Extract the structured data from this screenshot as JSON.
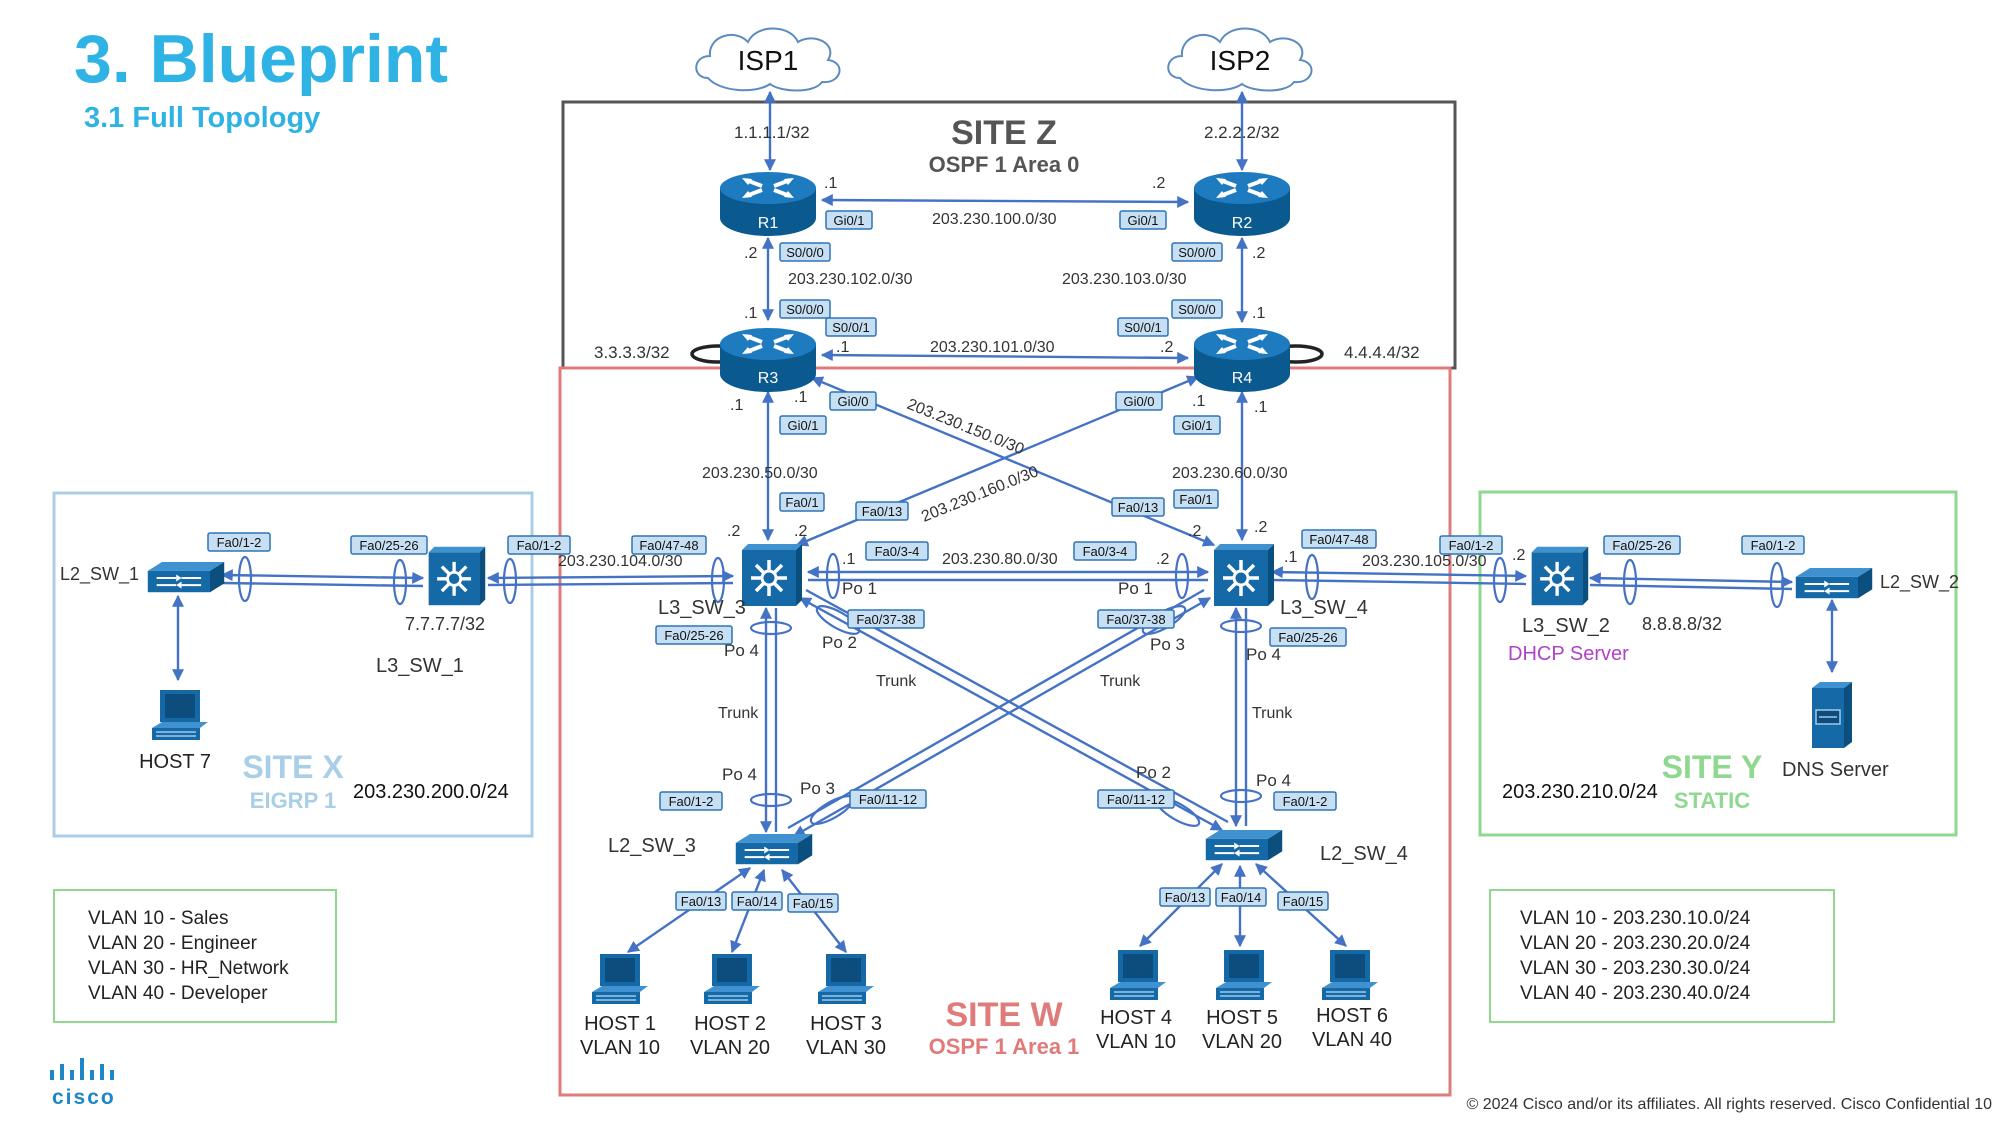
{
  "slide": {
    "title": "3. Blueprint",
    "subtitle": "3.1 Full Topology",
    "footer": "© 2024  Cisco and/or its affiliates. All rights reserved.   Cisco Confidential   10",
    "logo_text": "cisco"
  },
  "colors": {
    "title": "#2fb3e4",
    "site_z": "#555555",
    "site_w": "#e07b7b",
    "site_x": "#a9cfe6",
    "site_y": "#8fd88f",
    "link": "#4472c4",
    "device": "#1f6fa5",
    "port_fill": "#c7dff3",
    "port_stroke": "#2e74b5"
  },
  "sites": {
    "z": {
      "name": "SITE Z",
      "protocol": "OSPF 1 Area 0"
    },
    "w": {
      "name": "SITE W",
      "protocol": "OSPF 1 Area 1"
    },
    "x": {
      "name": "SITE X",
      "protocol": "EIGRP 1",
      "subnet": "203.230.200.0/24"
    },
    "y": {
      "name": "SITE Y",
      "protocol": "STATIC",
      "subnet": "203.230.210.0/24"
    }
  },
  "clouds": {
    "isp1": "ISP1",
    "isp2": "ISP2"
  },
  "routers": {
    "r1": "R1",
    "r2": "R2",
    "r3": "R3",
    "r4": "R4"
  },
  "switches": {
    "l3sw1": "L3_SW_1",
    "l3sw2": "L3_SW_2",
    "l3sw3": "L3_SW_3",
    "l3sw4": "L3_SW_4",
    "l2sw1": "L2_SW_1",
    "l2sw2": "L2_SW_2",
    "l2sw3": "L2_SW_3",
    "l2sw4": "L2_SW_4"
  },
  "loopbacks": {
    "isp1": "1.1.1.1/32",
    "isp2": "2.2.2.2/32",
    "r3": "3.3.3.3/32",
    "r4": "4.4.4.4/32",
    "l3sw1": "7.7.7.7/32",
    "l3sw2": "8.8.8.8/32"
  },
  "dhcp_label": "DHCP Server",
  "dns_label": "DNS Server",
  "subnets": {
    "r1_r2": "203.230.100.0/30",
    "r3_r4": "203.230.101.0/30",
    "r1_r3": "203.230.102.0/30",
    "r2_r4": "203.230.103.0/30",
    "r3_sw3": "203.230.50.0/30",
    "r4_sw4": "203.230.60.0/30",
    "r3_sw4": "203.230.150.0/30",
    "r4_sw3": "203.230.160.0/30",
    "sw1_sw3": "203.230.104.0/30",
    "sw3_sw4": "203.230.80.0/30",
    "sw4_sw2": "203.230.105.0/30"
  },
  "octets": {
    "r1_top": ".1",
    "r2_top": ".2",
    "r1_bottom": ".2",
    "r3_top": ".1",
    "r3_r4_left": ".1",
    "r3_r4_right": ".2",
    "r2_bottom": ".2",
    "r4_top": ".1",
    "r3_left_down": ".1",
    "r3_right_down": ".1",
    "r4_left_down": ".1",
    "r4_right_down": ".1",
    "sw3_a": ".2",
    "sw3_b": ".2",
    "sw3_po1": ".1",
    "sw4_po1": ".2",
    "sw4_a": ".2",
    "sw4_b": ".2",
    "sw4_right": ".1",
    "sw2_left": ".2"
  },
  "ports": {
    "r1_gi01": "Gi0/1",
    "r2_gi01": "Gi0/1",
    "r1_s000": "S0/0/0",
    "r2_s000": "S0/0/0",
    "r3_s000": "S0/0/0",
    "r3_s001": "S0/0/1",
    "r4_s000": "S0/0/0",
    "r4_s001": "S0/0/1",
    "r3_gi00": "Gi0/0",
    "r3_gi01": "Gi0/1",
    "r4_gi00": "Gi0/0",
    "r4_gi01": "Gi0/1",
    "sw3_fa01": "Fa0/1",
    "sw3_fa013": "Fa0/13",
    "sw4_fa013": "Fa0/13",
    "sw4_fa01": "Fa0/1",
    "sw3_fa04748": "Fa0/47-48",
    "sw3_fa034": "Fa0/3-4",
    "sw4_fa034": "Fa0/3-4",
    "sw4_fa04748": "Fa0/47-48",
    "sw3_fa02526": "Fa0/25-26",
    "sw3_fa03738": "Fa0/37-38",
    "sw4_fa03738": "Fa0/37-38",
    "sw4_fa02526": "Fa0/25-26",
    "l2sw1_fa012": "Fa0/1-2",
    "l3sw1_fa02526": "Fa0/25-26",
    "l3sw1_fa012": "Fa0/1-2",
    "l3sw2_fa012": "Fa0/1-2",
    "l3sw2_fa02526": "Fa0/25-26",
    "l2sw2_fa012": "Fa0/1-2",
    "l2sw3_fa012": "Fa0/1-2",
    "l2sw3_fa01112": "Fa0/11-12",
    "l2sw4_fa01112": "Fa0/11-12",
    "l2sw4_fa012": "Fa0/1-2",
    "l2sw3_fa013": "Fa0/13",
    "l2sw3_fa014": "Fa0/14",
    "l2sw3_fa015": "Fa0/15",
    "l2sw4_fa013": "Fa0/13",
    "l2sw4_fa014": "Fa0/14",
    "l2sw4_fa015": "Fa0/15"
  },
  "port_channels": {
    "po1_left": "Po 1",
    "po1_right": "Po 1",
    "po2_left": "Po 2",
    "po3_right": "Po 3",
    "po4_sw3": "Po 4",
    "po4_sw4": "Po 4",
    "po4_l2sw3": "Po 4",
    "po3_l2sw3": "Po 3",
    "po2_l2sw4": "Po 2",
    "po4_l2sw4": "Po 4"
  },
  "trunk_label": "Trunk",
  "hosts": {
    "h1": {
      "name": "HOST 1",
      "vlan": "VLAN 10"
    },
    "h2": {
      "name": "HOST 2",
      "vlan": "VLAN 20"
    },
    "h3": {
      "name": "HOST 3",
      "vlan": "VLAN 30"
    },
    "h4": {
      "name": "HOST 4",
      "vlan": "VLAN 10"
    },
    "h5": {
      "name": "HOST 5",
      "vlan": "VLAN 20"
    },
    "h6": {
      "name": "HOST 6",
      "vlan": "VLAN 40"
    },
    "h7": {
      "name": "HOST 7"
    }
  },
  "vlan_names": [
    "VLAN 10 - Sales",
    "VLAN 20 - Engineer",
    "VLAN 30 - HR_Network",
    "VLAN 40 - Developer"
  ],
  "vlan_subnets": [
    "VLAN 10 - 203.230.10.0/24",
    "VLAN 20 - 203.230.20.0/24",
    "VLAN 30 - 203.230.30.0/24",
    "VLAN 40 - 203.230.40.0/24"
  ]
}
